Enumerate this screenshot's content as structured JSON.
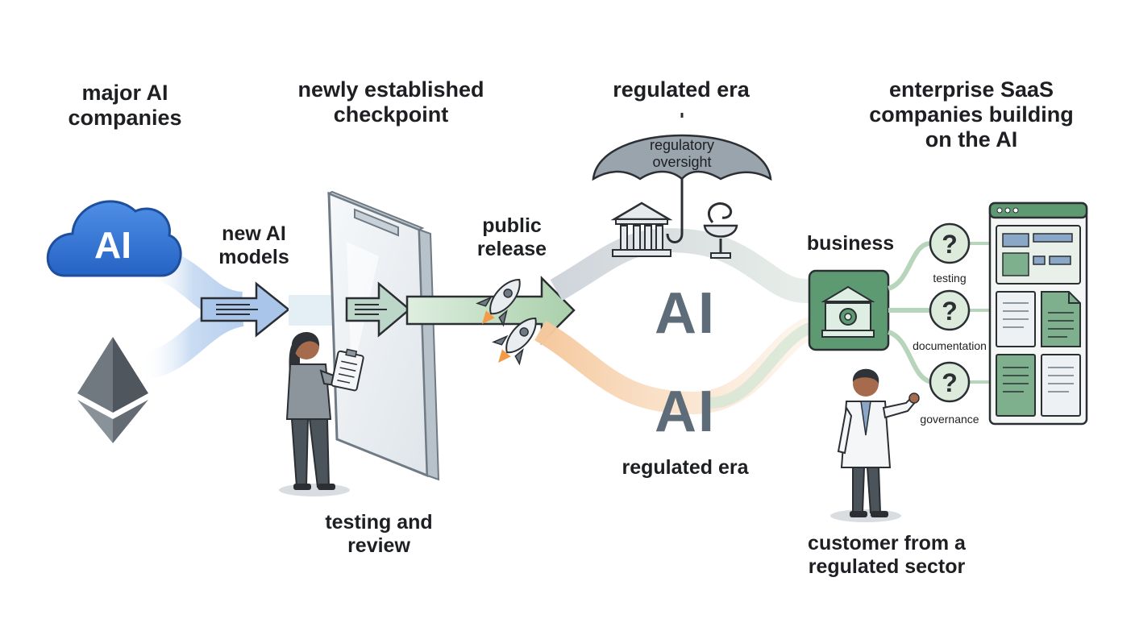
{
  "columns": {
    "companies": "major AI\ncompanies",
    "checkpoint": "newly established\ncheckpoint",
    "era_top": "regulated era",
    "enterprise": "enterprise SaaS\ncompanies building\non the AI"
  },
  "flow": {
    "new_models": "new AI\nmodels",
    "public_release": "public\nrelease",
    "testing_review": "testing and\nreview",
    "era_bottom": "regulated era",
    "business": "business",
    "customer": "customer from a\nregulated sector"
  },
  "umbrella": {
    "text": "regulatory\noversight"
  },
  "ai_marks": {
    "cloud": "AI",
    "upper": "AI",
    "lower": "AI"
  },
  "needs": [
    "testing",
    "documentation",
    "governance"
  ],
  "colors": {
    "cloud_blue": "#2f6fd1",
    "arrow_blue": "#bcd4ef",
    "arrow_green": "#cfe3cf",
    "stream_orange": "#f5cfa8",
    "business_green": "#5d9a72",
    "panel_green": "#dcebdc",
    "ai_gray": "#5e6b78"
  }
}
